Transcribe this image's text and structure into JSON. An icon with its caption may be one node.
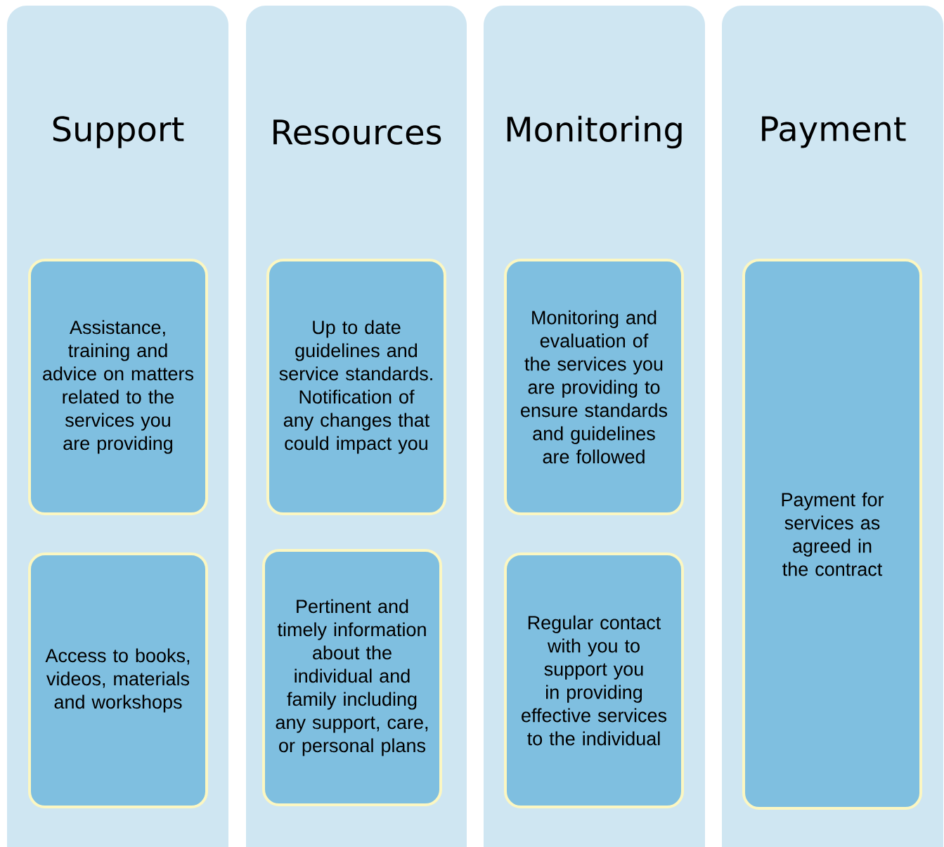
{
  "diagram": {
    "nodes": [
      {
        "text": [
          "Support"
        ]
      },
      {
        "text": [
          "Assistance, training and advice on matters related to the services you are providing"
        ],
        "in": 0
      },
      {
        "text": [
          "Access to books, videos, materials and workshops"
        ],
        "in": 0
      },
      {
        "text": [
          "Resources"
        ]
      },
      {
        "text": [
          "Up to date guidelines and service standards. Notification of any changes that could impact you"
        ],
        "in": 3
      },
      {
        "text": [
          "Pertinent and timely information about the individual and family including any support, care, or personal plans"
        ],
        "in": 3
      },
      {
        "text": [
          "Monitoring"
        ]
      },
      {
        "text": [
          "Monitoring and evaluation of the services you are providing to ensure standards and guidelines are followed"
        ],
        "in": 6
      },
      {
        "text": [
          "Regular contact with you to support you in providing effective services to the individual"
        ],
        "in": 6
      },
      {
        "text": [
          "Payment"
        ]
      },
      {
        "text": [
          "Payment for services as agreed in the contract"
        ],
        "in": 9
      }
    ]
  }
}
